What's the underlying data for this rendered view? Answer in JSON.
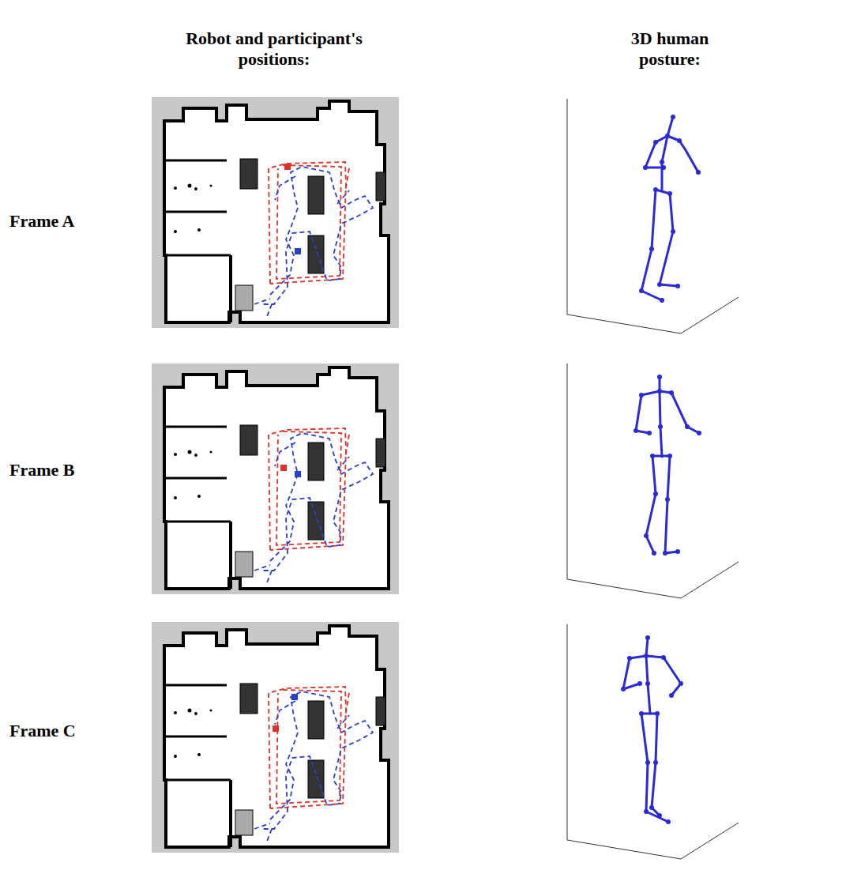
{
  "diagram": {
    "labels": [
      "Robot and participant's positions:",
      "3D human posture:",
      "Frame A",
      "Frame B",
      "Frame C"
    ]
  }
}
